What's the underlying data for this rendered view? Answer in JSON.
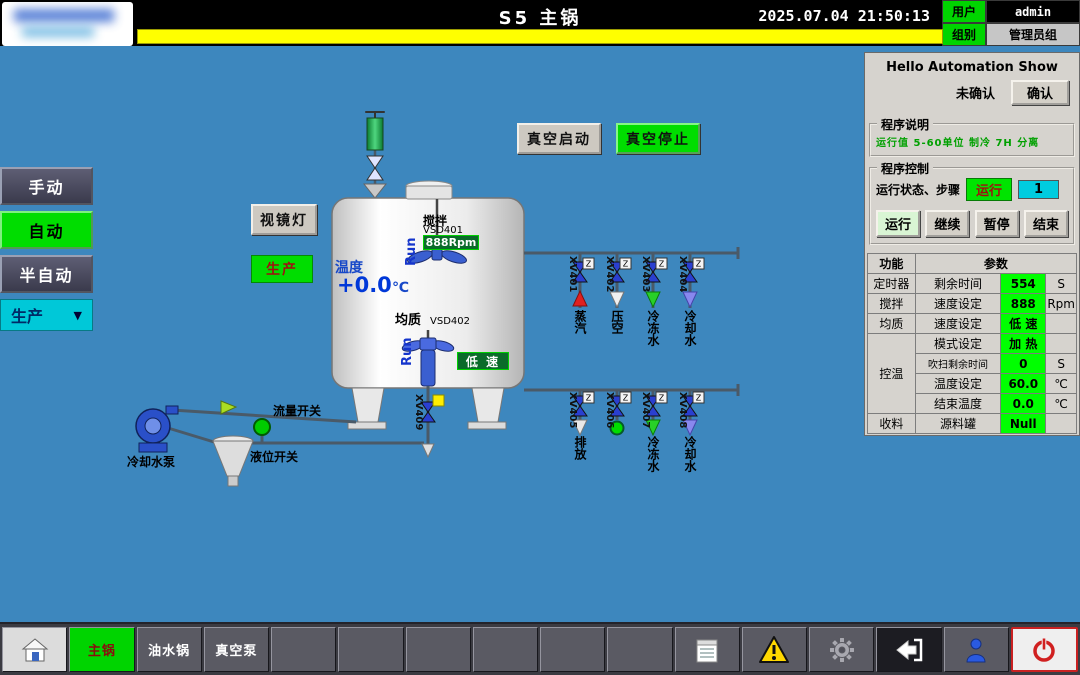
{
  "header": {
    "title": "S5  主锅",
    "datetime": "2025.07.04 21:50:13",
    "user_label": "用户",
    "user_value": "admin",
    "group_label": "组别",
    "group_value": "管理员组",
    "alarm_text": ""
  },
  "colors": {
    "main_bg": "#3d87be",
    "accent_green": "#00dd00",
    "alarm_yellow": "#ffff00",
    "cyan": "#00c8d8",
    "panel_bg": "#d6d3ce",
    "value_green": "#00ff00",
    "run_red_text": "#a01010"
  },
  "left_nav": {
    "manual": "手动",
    "auto": "自动",
    "semi": "半自动",
    "production": "生产",
    "dropdown_arrow": "▼"
  },
  "process": {
    "sight_light": "视镜灯",
    "prod_indicator": "生产",
    "vacuum_start": "真空启动",
    "vacuum_stop": "真空停止",
    "temp_label": "温度",
    "temp_value": "+0.0",
    "temp_unit": "℃",
    "agitator": {
      "label": "搅拌",
      "tag": "VSD401",
      "run": "Run",
      "speed": "888Rpm"
    },
    "homogenizer": {
      "label": "均质",
      "tag": "VSD402",
      "run": "Run",
      "speed": "低 速"
    },
    "flow_switch": "流量开关",
    "level_switch": "液位开关",
    "cooling_pump": "冷却水泵",
    "actuator_glyph": "Z",
    "valves_top": [
      {
        "tag": "XV401",
        "medium": "蒸汽"
      },
      {
        "tag": "XV402",
        "medium": "压空"
      },
      {
        "tag": "XV403",
        "medium": "冷冻水"
      },
      {
        "tag": "XV404",
        "medium": "冷却水"
      }
    ],
    "valves_bottom": [
      {
        "tag": "XV405",
        "medium": "排放"
      },
      {
        "tag": "XV406",
        "medium": ""
      },
      {
        "tag": "XV407",
        "medium": "冷冻水"
      },
      {
        "tag": "XV408",
        "medium": "冷却水"
      }
    ],
    "drain_valve": {
      "tag": "XV409"
    }
  },
  "panel": {
    "title": "Hello Automation Show",
    "unconfirmed_label": "未确认",
    "confirm_button": "确认",
    "desc_title": "程序说明",
    "desc_text": "运行值 5-60单位 制冷 7H 分离",
    "ctrl_title": "程序控制",
    "status_label": "运行状态、步骤",
    "status_value": "运行",
    "step_value": "1",
    "buttons": {
      "run": "运行",
      "continue": "继续",
      "pause": "暂停",
      "stop": "结束"
    },
    "table": {
      "col_func": "功能",
      "col_param": "参数",
      "rows": [
        {
          "func": "定时器",
          "param": "剩余时间",
          "value": "554",
          "unit": "S"
        },
        {
          "func": "搅拌",
          "param": "速度设定",
          "value": "888",
          "unit": "Rpm"
        },
        {
          "func": "均质",
          "param": "速度设定",
          "value": "低 速",
          "unit": ""
        },
        {
          "func": "控温",
          "param": "模式设定",
          "value": "加 热",
          "unit": ""
        },
        {
          "func": "",
          "param": "吹扫剩余时间",
          "value": "0",
          "unit": "S"
        },
        {
          "func": "",
          "param": "温度设定",
          "value": "60.0",
          "unit": "℃"
        },
        {
          "func": "",
          "param": "结束温度",
          "value": "0.0",
          "unit": "℃"
        },
        {
          "func": "收料",
          "param": "源料罐",
          "value": "Null",
          "unit": ""
        }
      ]
    }
  },
  "bottom_nav": {
    "tabs": [
      {
        "label": "主锅"
      },
      {
        "label": "油水锅"
      },
      {
        "label": "真空泵"
      }
    ]
  }
}
